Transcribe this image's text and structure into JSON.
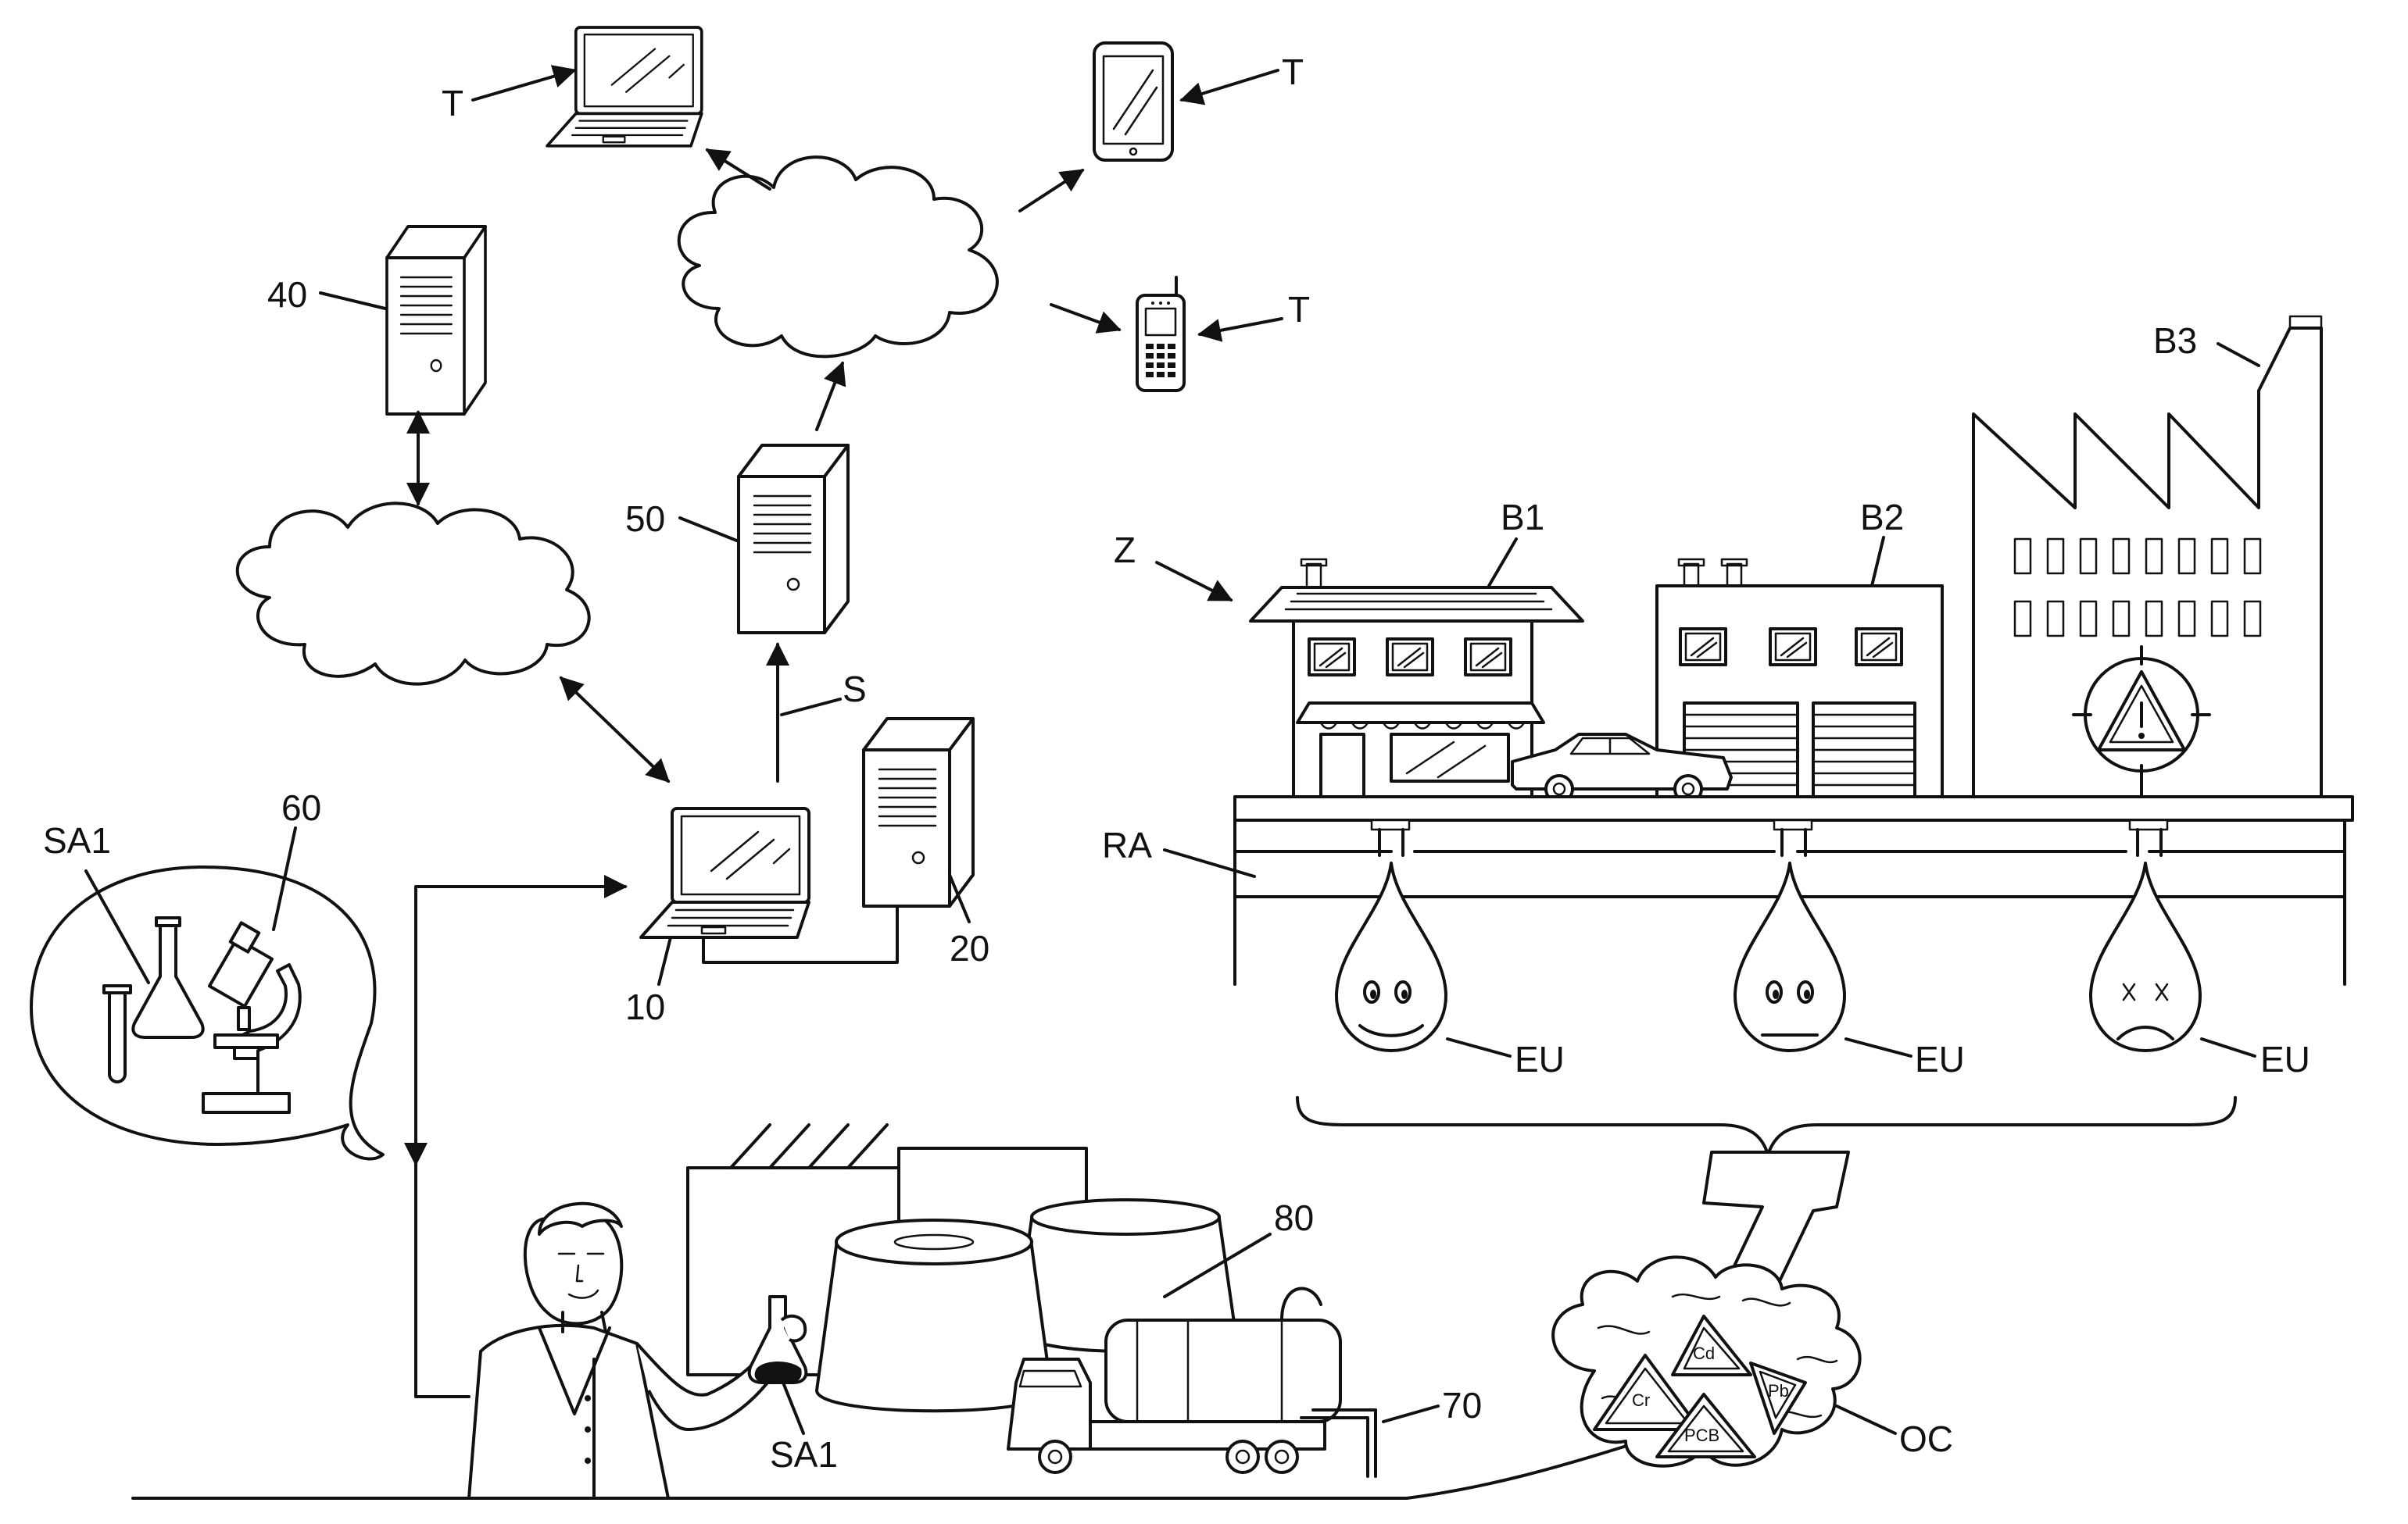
{
  "labels": {
    "T_laptop": "T",
    "T_tablet": "T",
    "T_phone": "T",
    "server_40": "40",
    "server_50": "50",
    "server_20": "20",
    "laptop_10": "10",
    "signal_S": "S",
    "SA1_top": "SA1",
    "microscope_60": "60",
    "SA1_bottom": "SA1",
    "tank_80": "80",
    "pipe_70": "70",
    "OC": "OC",
    "zone_Z": "Z",
    "B1": "B1",
    "B2": "B2",
    "B3": "B3",
    "RA": "RA",
    "EU_1": "EU",
    "EU_2": "EU",
    "EU_3": "EU"
  },
  "contaminants": [
    "Cd",
    "Pb",
    "Cr",
    "PCB"
  ]
}
